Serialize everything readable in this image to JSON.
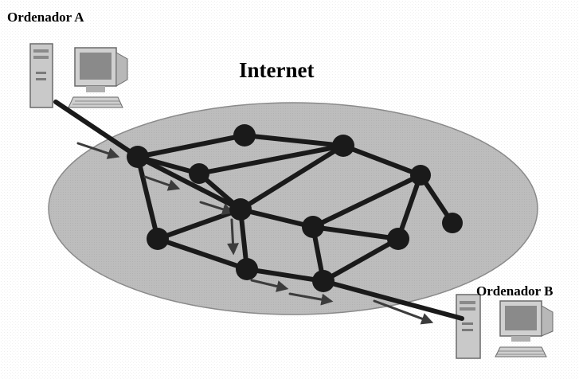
{
  "labels": {
    "computer_a": "Ordenador A",
    "computer_b": "Ordenador B",
    "network": "Internet"
  },
  "colors": {
    "background": "#ffffff",
    "cloud": "#bcbcbc",
    "node": "#1a1a1a",
    "link": "#1a1a1a",
    "route_arrow": "#3c3c3c"
  },
  "icons": {
    "computer_a": "desktop-computer-icon",
    "computer_b": "desktop-computer-icon"
  }
}
